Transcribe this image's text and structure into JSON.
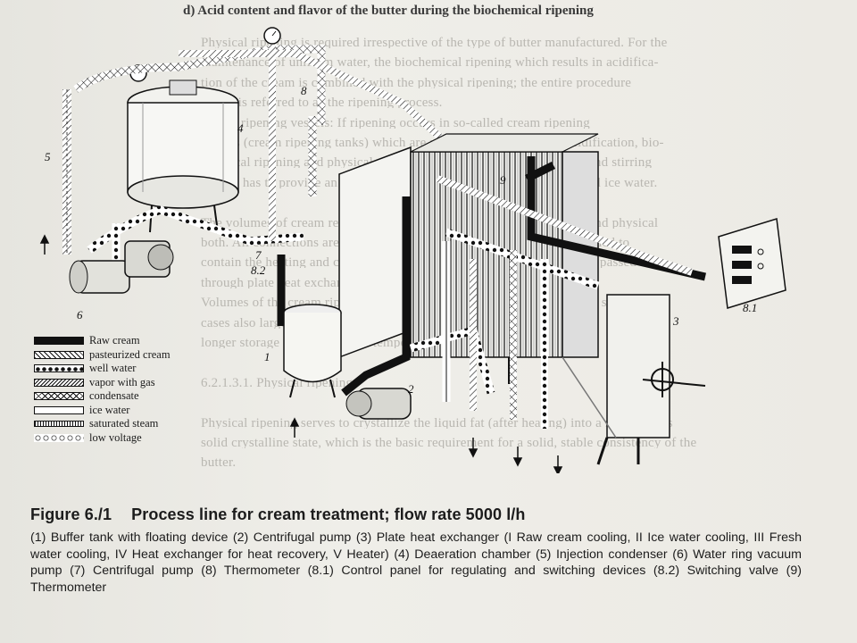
{
  "heading": "d)    Acid content and flavor of the butter during the biochemical ripening",
  "ghost_lines": [
    "Physical ripening is required irrespective of the type of butter manufactured. For the",
    "maintenance of uniform water, the biochemical ripening which results in acidifica-",
    "tion of the cream is combined with the physical ripening; the entire procedure",
    "which is referred to as the ripening process.",
    "Cream ripening vessels: If ripening occurs in so-called cream ripening",
    "vessels (cream ripening tanks) which are used simultaneously for acidification, bio-",
    "chemical ripening and physical ripening the process of 6.2. The tanks and stirring",
    "system has to provide an adequate temperature treatment with water and ice water.",
    "",
    "The volumes of cream required are normally large for cream ripening and physical",
    "both. All connections are made of stainless steel; vessels are double walled to",
    "contain the heating and cooling medium. For larger capacities, cream is passed",
    "through plate heat exchangers for cooling and heating.",
    "Volumes of the cream ripening tanks are between 5 000 and 20 000 l, in some",
    "cases also larger; usually 20 000 l. For longer storage of cream and",
    "longer storage of cream at low temperature.",
    "",
    "6.2.1.3.1. Physical ripening",
    "",
    "Physical ripening serves to crystallize the liquid fat (after heating) into a more or less",
    "solid crystalline state, which is the basic requirement for a solid, stable consistency of the",
    "butter."
  ],
  "legend": [
    {
      "label": "Raw cream",
      "swatch": "raw"
    },
    {
      "label": "pasteurized cream",
      "swatch": "past"
    },
    {
      "label": "well water",
      "swatch": "well"
    },
    {
      "label": "vapor with gas",
      "swatch": "vapor"
    },
    {
      "label": "condensate",
      "swatch": "cond"
    },
    {
      "label": "ice water",
      "swatch": "ice"
    },
    {
      "label": "saturated steam",
      "swatch": "steam"
    },
    {
      "label": "low voltage",
      "swatch": "volt"
    }
  ],
  "callouts": {
    "c1": "1",
    "c2": "2",
    "c3": "3",
    "c4": "4",
    "c5": "5",
    "c6": "6",
    "c7": "7",
    "c8": "8",
    "c81": "8.1",
    "c82": "8.2",
    "c9": "9"
  },
  "figure": {
    "number": "Figure 6./1",
    "title": "Process line for cream treatment; flow rate 5000 l/h",
    "description": " (1) Buffer tank with floating device (2) Centrifugal pump (3) Plate heat exchanger (I Raw cream cooling, II Ice water cooling, III Fresh water cooling, IV Heat exchanger for heat recovery, V Heater) (4) Deaeration chamber (5) Injection condenser (6) Water ring vacuum pump (7) Centrifugal pump (8) Thermometer (8.1) Control panel for regulating and switching devices (8.2) Switching valve (9) Thermometer"
  },
  "colors": {
    "paper": "#ecebe6",
    "ink": "#1c1c1c",
    "ghost_ink": "#b9b7b1"
  }
}
